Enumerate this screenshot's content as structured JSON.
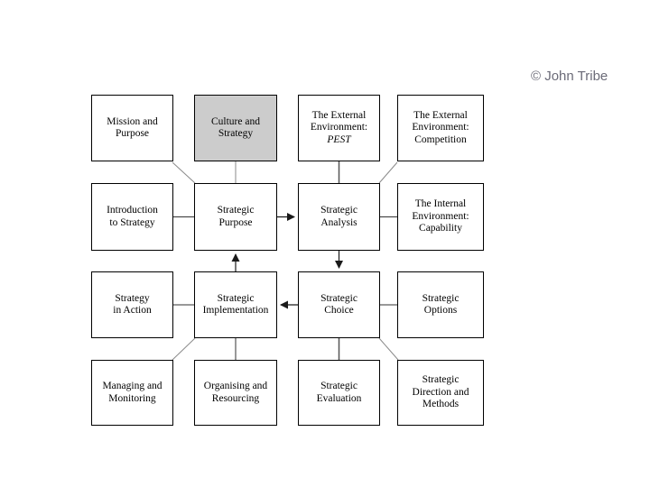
{
  "page": {
    "copyright": "© John Tribe",
    "background": "#ffffff"
  },
  "colors": {
    "box_border": "#000000",
    "box_fill_default": "#ffffff",
    "box_fill_highlight": "#cccccc",
    "box_text": "#000000",
    "copyright_text": "#6b6b78",
    "connector_dark": "#333333",
    "connector_mid": "#555555",
    "connector_light": "#8a8a8a",
    "arrowhead": "#1a1a1a"
  },
  "diagram": {
    "boxes": [
      {
        "id": "mission-and-purpose",
        "lines": [
          "Mission and",
          "Purpose"
        ],
        "highlighted": false
      },
      {
        "id": "culture-and-strategy",
        "lines": [
          "Culture and",
          "Strategy"
        ],
        "highlighted": true
      },
      {
        "id": "external-environment-pest",
        "lines": [
          "The External",
          "Environment:",
          "PEST"
        ],
        "highlighted": false,
        "italic_line": 2
      },
      {
        "id": "external-environment-competition",
        "lines": [
          "The External",
          "Environment:",
          "Competition"
        ],
        "highlighted": false
      },
      {
        "id": "introduction-to-strategy",
        "lines": [
          "Introduction",
          "to Strategy"
        ],
        "highlighted": false
      },
      {
        "id": "strategic-purpose",
        "lines": [
          "Strategic",
          "Purpose"
        ],
        "highlighted": false
      },
      {
        "id": "strategic-analysis",
        "lines": [
          "Strategic",
          "Analysis"
        ],
        "highlighted": false
      },
      {
        "id": "internal-environment-capability",
        "lines": [
          "The Internal",
          "Environment:",
          "Capability"
        ],
        "highlighted": false
      },
      {
        "id": "strategy-in-action",
        "lines": [
          "Strategy",
          "in Action"
        ],
        "highlighted": false
      },
      {
        "id": "strategic-implementation",
        "lines": [
          "Strategic",
          "Implementation"
        ],
        "highlighted": false
      },
      {
        "id": "strategic-choice",
        "lines": [
          "Strategic",
          "Choice"
        ],
        "highlighted": false
      },
      {
        "id": "strategic-options",
        "lines": [
          "Strategic",
          "Options"
        ],
        "highlighted": false
      },
      {
        "id": "managing-and-monitoring",
        "lines": [
          "Managing and",
          "Monitoring"
        ],
        "highlighted": false
      },
      {
        "id": "organising-and-resourcing",
        "lines": [
          "Organising and",
          "Resourcing"
        ],
        "highlighted": false
      },
      {
        "id": "strategic-evaluation",
        "lines": [
          "Strategic",
          "Evaluation"
        ],
        "highlighted": false
      },
      {
        "id": "strategic-direction-and-methods",
        "lines": [
          "Strategic",
          "Direction and",
          "Methods"
        ],
        "highlighted": false
      }
    ],
    "connectors": [
      {
        "from": "mission-and-purpose",
        "to": "strategic-purpose",
        "style": "diagonal-line"
      },
      {
        "from": "culture-and-strategy",
        "to": "strategic-purpose",
        "style": "line"
      },
      {
        "from": "external-environment-pest",
        "to": "strategic-analysis",
        "style": "line"
      },
      {
        "from": "external-environment-competition",
        "to": "strategic-analysis",
        "style": "diagonal-line"
      },
      {
        "from": "introduction-to-strategy",
        "to": "strategic-purpose",
        "style": "line"
      },
      {
        "from": "strategic-purpose",
        "to": "strategic-analysis",
        "style": "arrow"
      },
      {
        "from": "internal-environment-capability",
        "to": "strategic-analysis",
        "style": "line"
      },
      {
        "from": "strategic-implementation",
        "to": "strategic-purpose",
        "style": "arrow"
      },
      {
        "from": "strategic-analysis",
        "to": "strategic-choice",
        "style": "arrow"
      },
      {
        "from": "strategy-in-action",
        "to": "strategic-implementation",
        "style": "line"
      },
      {
        "from": "strategic-choice",
        "to": "strategic-implementation",
        "style": "arrow"
      },
      {
        "from": "strategic-options",
        "to": "strategic-choice",
        "style": "line"
      },
      {
        "from": "strategic-implementation",
        "to": "managing-and-monitoring",
        "style": "diagonal-line"
      },
      {
        "from": "strategic-implementation",
        "to": "organising-and-resourcing",
        "style": "line"
      },
      {
        "from": "strategic-choice",
        "to": "strategic-evaluation",
        "style": "line"
      },
      {
        "from": "strategic-choice",
        "to": "strategic-direction-and-methods",
        "style": "diagonal-line"
      }
    ]
  }
}
